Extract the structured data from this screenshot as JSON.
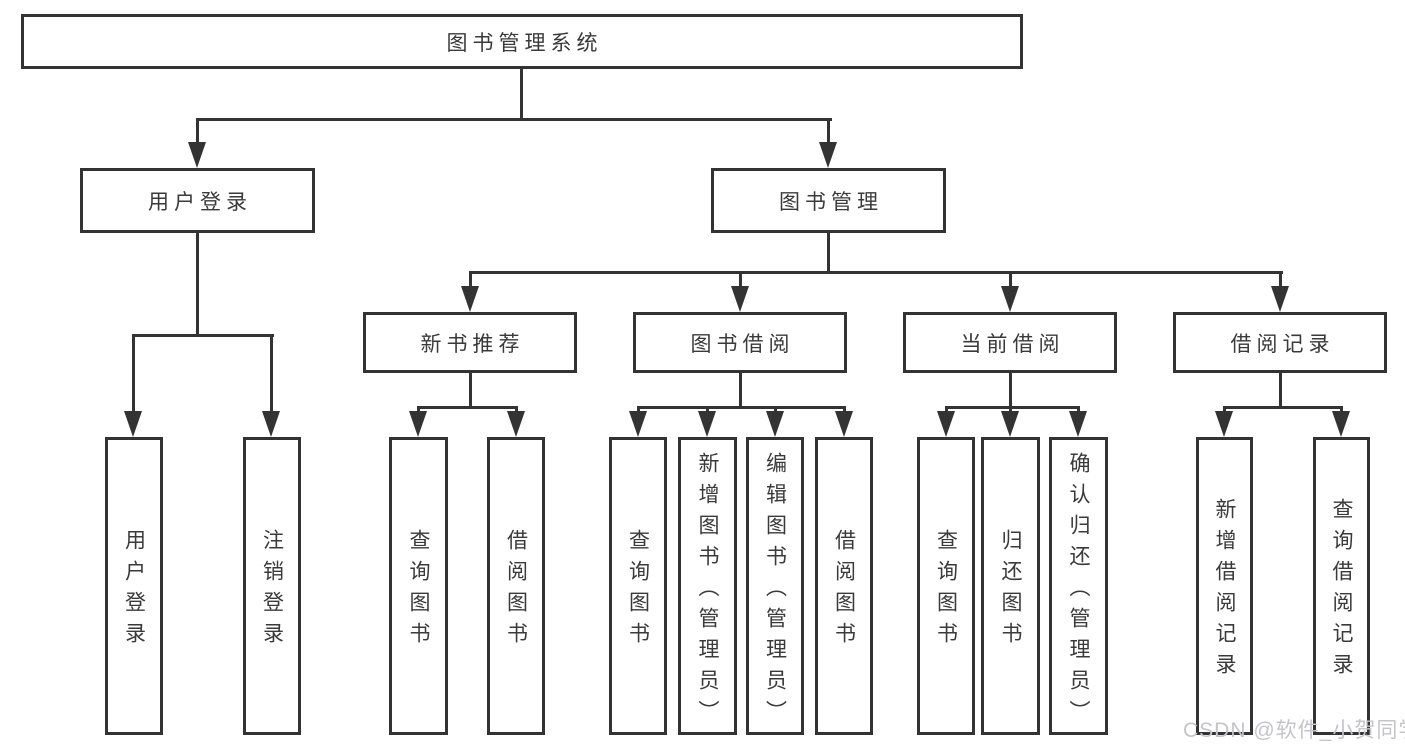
{
  "colors": {
    "line": "#333333",
    "text": "#3a3a3a",
    "watermark": "#c4c4cc",
    "background": "#ffffff"
  },
  "root": {
    "label": "图书管理系统"
  },
  "user_login": {
    "label": "用户登录",
    "children": [
      {
        "label": "用户登录"
      },
      {
        "label": "注销登录"
      }
    ]
  },
  "book_mgmt": {
    "label": "图书管理",
    "sections": [
      {
        "label": "新书推荐",
        "children": [
          {
            "label": "查询图书"
          },
          {
            "label": "借阅图书"
          }
        ]
      },
      {
        "label": "图书借阅",
        "children": [
          {
            "label": "查询图书"
          },
          {
            "label": "新增图书（管理员）"
          },
          {
            "label": "编辑图书（管理员）"
          },
          {
            "label": "借阅图书"
          }
        ]
      },
      {
        "label": "当前借阅",
        "children": [
          {
            "label": "查询图书"
          },
          {
            "label": "归还图书"
          },
          {
            "label": "确认归还（管理员）"
          }
        ]
      },
      {
        "label": "借阅记录",
        "children": [
          {
            "label": "新增借阅记录"
          },
          {
            "label": "查询借阅记录"
          }
        ]
      }
    ]
  },
  "watermark": {
    "text": "CSDN @软件_小贺同学"
  }
}
